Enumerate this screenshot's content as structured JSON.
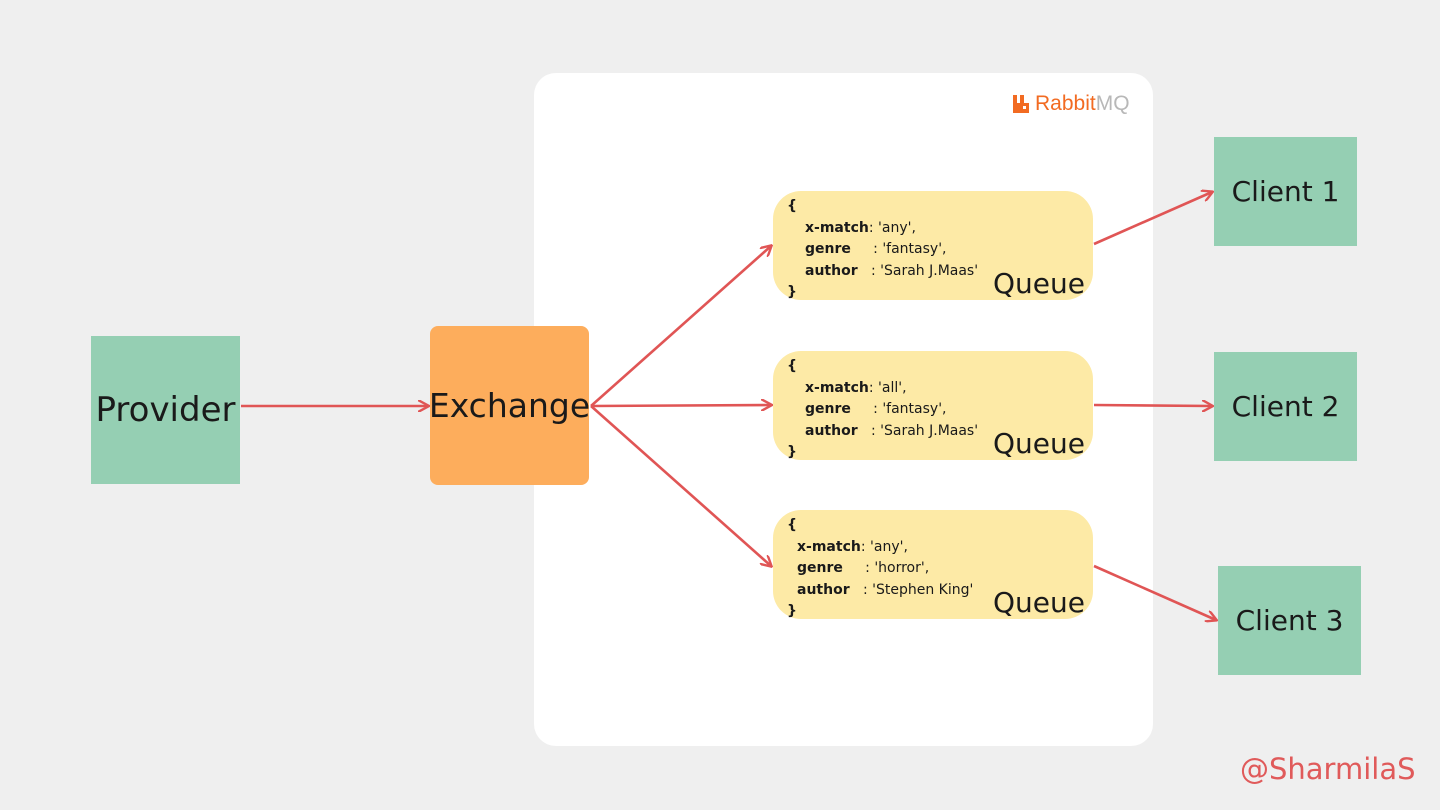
{
  "nodes": {
    "provider": "Provider",
    "exchange": "Exchange",
    "clients": [
      "Client 1",
      "Client 2",
      "Client 3"
    ]
  },
  "broker": {
    "logo_text_primary": "Rabbit",
    "logo_text_secondary": "MQ",
    "logo_color": "#f26b22"
  },
  "queues": [
    {
      "label": "Queue",
      "open": "{",
      "close": "}",
      "args": [
        {
          "key": "x-match",
          "sep": ": ",
          "value": "'any',"
        },
        {
          "key": "genre",
          "sep": "     : ",
          "value": "'fantasy',"
        },
        {
          "key": "author",
          "sep": "   : ",
          "value": "'Sarah J.Maas'"
        }
      ]
    },
    {
      "label": "Queue",
      "open": "{",
      "close": "}",
      "args": [
        {
          "key": "x-match",
          "sep": ": ",
          "value": "'all',"
        },
        {
          "key": "genre",
          "sep": "     : ",
          "value": "'fantasy',"
        },
        {
          "key": "author",
          "sep": "   : ",
          "value": "'Sarah J.Maas'"
        }
      ]
    },
    {
      "label": "Queue",
      "open": "{",
      "close": "}",
      "args": [
        {
          "key": "x-match",
          "sep": ": ",
          "value": "'any',"
        },
        {
          "key": "genre",
          "sep": "     : ",
          "value": "'horror',"
        },
        {
          "key": "author",
          "sep": "   : ",
          "value": "'Stephen King'"
        }
      ]
    }
  ],
  "credit": "@SharmilaS",
  "colors": {
    "background": "#efefef",
    "panel": "#ffffff",
    "green_box": "#95cfb3",
    "exchange_box": "#fdad5c",
    "queue_box": "#fdeaa6",
    "arrow": "#e05555",
    "credit": "#e05a5a"
  }
}
